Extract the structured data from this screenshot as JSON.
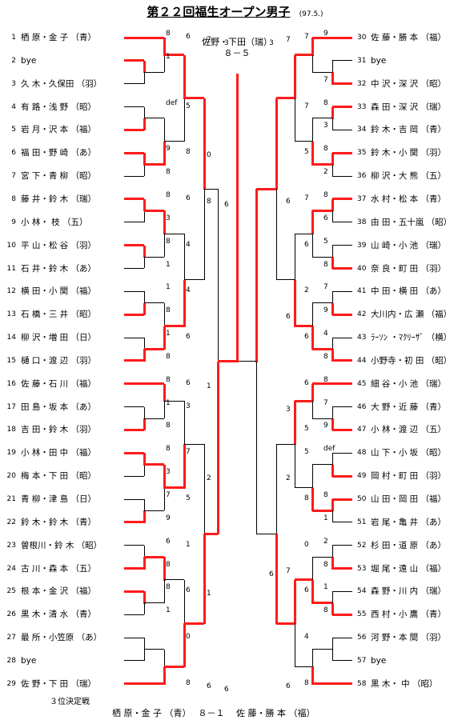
{
  "title": "第２２回福生オープン男子",
  "date": "(97.5.)",
  "final": {
    "pair": "佐野・下田（瑞）",
    "score": "８－５"
  },
  "left_players": [
    {
      "num": "1",
      "name": "栖 原・金 子 （青）"
    },
    {
      "num": "2",
      "name": "bye"
    },
    {
      "num": "3",
      "name": "久 木・久保田 （羽）"
    },
    {
      "num": "4",
      "name": "有 路・浅 野 （昭）"
    },
    {
      "num": "5",
      "name": "岩 月・沢 本 （福）"
    },
    {
      "num": "6",
      "name": "福 田・野 崎 （あ）"
    },
    {
      "num": "7",
      "name": "宮 下・青 柳 （昭）"
    },
    {
      "num": "8",
      "name": "藤 井・鈴 木 （瑞）"
    },
    {
      "num": "9",
      "name": "小 林・ 枝 （五）"
    },
    {
      "num": "10",
      "name": "平 山・松 谷 （羽）"
    },
    {
      "num": "11",
      "name": "石 井・鈴 木 （あ）"
    },
    {
      "num": "12",
      "name": "横 田・小 関 （福）"
    },
    {
      "num": "13",
      "name": "石 橋・三 井 （昭）"
    },
    {
      "num": "14",
      "name": "柳 沢・増 田 （日）"
    },
    {
      "num": "15",
      "name": "樋 口・渡 辺 （羽）"
    },
    {
      "num": "16",
      "name": "佐 藤・石 川 （福）"
    },
    {
      "num": "17",
      "name": "田 島・坂 本 （あ）"
    },
    {
      "num": "18",
      "name": "吉 田・鈴 木 （羽）"
    },
    {
      "num": "19",
      "name": "小 林・田 中 （福）"
    },
    {
      "num": "20",
      "name": "梅 本・下 田 （昭）"
    },
    {
      "num": "21",
      "name": "青 柳・津 島 （日）"
    },
    {
      "num": "22",
      "name": "鈴 木・鈴 木 （青）"
    },
    {
      "num": "23",
      "name": "曽根川・鈴 木 （昭）"
    },
    {
      "num": "24",
      "name": "古 川・森 本 （五）"
    },
    {
      "num": "25",
      "name": "根 本・金 沢 （福）"
    },
    {
      "num": "26",
      "name": "黒 木・清 水 （青）"
    },
    {
      "num": "27",
      "name": "最 所・小笠原 （あ）"
    },
    {
      "num": "28",
      "name": "bye"
    },
    {
      "num": "29",
      "name": "佐 野・下 田 （瑞）"
    }
  ],
  "right_players": [
    {
      "num": "30",
      "name": "佐 藤・勝 本 （福）"
    },
    {
      "num": "31",
      "name": "bye"
    },
    {
      "num": "32",
      "name": "中 沢・深 沢 （昭）"
    },
    {
      "num": "33",
      "name": "森 田・深 沢 （瑞）"
    },
    {
      "num": "34",
      "name": "鈴 木・吉 岡 （青）"
    },
    {
      "num": "35",
      "name": "鈴 木・小 関 （羽）"
    },
    {
      "num": "36",
      "name": "柳 沢・大 熊 （五）"
    },
    {
      "num": "37",
      "name": "水 村・松 本 （青）"
    },
    {
      "num": "38",
      "name": "由 田・五十嵐 （昭）"
    },
    {
      "num": "39",
      "name": "山 崎・小 池 （瑞）"
    },
    {
      "num": "40",
      "name": "奈 良・町 田 （羽）"
    },
    {
      "num": "41",
      "name": "中 田・横 田 （あ）"
    },
    {
      "num": "42",
      "name": "大川内・広 瀬 （福）"
    },
    {
      "num": "43",
      "name": "ﾗｰｿﾝ ・ﾏｸﾘｰｻﾞ （横）"
    },
    {
      "num": "44",
      "name": "小野寺・初 田 （昭）"
    },
    {
      "num": "45",
      "name": "細 谷・小 池 （瑞）"
    },
    {
      "num": "46",
      "name": "大 野・近 藤 （青）"
    },
    {
      "num": "47",
      "name": "小 林・渡 辺 （五）"
    },
    {
      "num": "48",
      "name": "山 下・小 坂 （昭）"
    },
    {
      "num": "49",
      "name": "岡 村・町 田 （羽）"
    },
    {
      "num": "50",
      "name": "山 田・岡 田 （福）"
    },
    {
      "num": "51",
      "name": "岩 尾・亀 井 （あ）"
    },
    {
      "num": "52",
      "name": "杉 田・道 原 （あ）"
    },
    {
      "num": "53",
      "name": "堀 尾・遠 山 （福）"
    },
    {
      "num": "54",
      "name": "森 野・川 内 （瑞）"
    },
    {
      "num": "55",
      "name": "西 村・小 鷹 （青）"
    },
    {
      "num": "56",
      "name": "河 野・本 間 （羽）"
    },
    {
      "num": "57",
      "name": "bye"
    },
    {
      "num": "58",
      "name": "黒 木・ 中 （昭）"
    }
  ],
  "third_place": {
    "label": "３位決定戦",
    "result": "栖 原・金 子 （青）　 ８－１　 佐 藤・勝 本 （福）"
  },
  "scores": {
    "L": [
      {
        "p": 1,
        "r1": "8",
        "r2": "6",
        "r3": "7",
        "r4": "3"
      },
      {
        "p": 2,
        "r1": "1"
      },
      {
        "p": 4,
        "r1": "def",
        "r2": "5"
      },
      {
        "p": 5,
        "r1": ""
      },
      {
        "p": 6,
        "r1": "9",
        "r2": "8",
        "r3": "0"
      },
      {
        "p": 7,
        "r1": "8"
      },
      {
        "p": 8,
        "r1": "8",
        "r2": "6",
        "r3": "8",
        "r4": "6"
      },
      {
        "p": 9,
        "r1": "3"
      },
      {
        "p": 10,
        "r1": "8",
        "r2": "4"
      },
      {
        "p": 11,
        "r1": "1"
      },
      {
        "p": 12,
        "r1": "1",
        "r2": "4"
      },
      {
        "p": 13,
        "r1": "8"
      },
      {
        "p": 14,
        "r1": "1",
        "r2": "6"
      },
      {
        "p": 15,
        "r1": "8"
      },
      {
        "p": 16,
        "r1": "8",
        "r2": "6",
        "r3": "1"
      },
      {
        "p": 17,
        "r1": "1",
        "r2": "3"
      },
      {
        "p": 18,
        "r1": "8"
      },
      {
        "p": 19,
        "r1": "8",
        "r2": "7"
      },
      {
        "p": 20,
        "r1": "3",
        "r3": "2"
      },
      {
        "p": 21,
        "r1": "7",
        "r2": "5"
      },
      {
        "p": 22,
        "r1": "9"
      },
      {
        "p": 23,
        "r1": "6",
        "r2": "1"
      },
      {
        "p": 24,
        "r1": "8"
      },
      {
        "p": 25,
        "r1": "8",
        "r2": "6",
        "r3": "1"
      },
      {
        "p": 26,
        "r1": "1"
      },
      {
        "p": 27,
        "r2": "0"
      },
      {
        "p": 29,
        "r2": "8",
        "r3": "6",
        "r4": "6"
      }
    ],
    "R": [
      {
        "p": 30,
        "r1": "9",
        "r2": "7",
        "r3": "7",
        "r4": "3"
      },
      {
        "p": 32,
        "r1": "7"
      },
      {
        "p": 33,
        "r1": "8",
        "r2": "7"
      },
      {
        "p": 34,
        "r1": "3"
      },
      {
        "p": 35,
        "r1": "8",
        "r2": "5"
      },
      {
        "p": 36,
        "r1": "2"
      },
      {
        "p": 37,
        "r1": "8",
        "r2": "7",
        "r3": "6"
      },
      {
        "p": 38,
        "r1": "6"
      },
      {
        "p": 39,
        "r1": "5",
        "r2": "6"
      },
      {
        "p": 40,
        "r1": "8"
      },
      {
        "p": 41,
        "r1": "7",
        "r2": "2"
      },
      {
        "p": 42,
        "r1": "9",
        "r3": "6"
      },
      {
        "p": 43,
        "r1": "4",
        "r2": "6"
      },
      {
        "p": 44,
        "r1": "8"
      },
      {
        "p": 45,
        "r1": "8",
        "r2": "6"
      },
      {
        "p": 46,
        "r1": "7",
        "r3": "3"
      },
      {
        "p": 47,
        "r1": "9",
        "r2": "5"
      },
      {
        "p": 48,
        "r1": "def",
        "r2": "5"
      },
      {
        "p": 49,
        "r1": "",
        "r3": "2"
      },
      {
        "p": 50,
        "r1": "8",
        "r2": "8"
      },
      {
        "p": 51,
        "r1": "1"
      },
      {
        "p": 52,
        "r1": "2",
        "r2": "0"
      },
      {
        "p": 53,
        "r1": "8",
        "r3": "7",
        "r4": "6"
      },
      {
        "p": 54,
        "r1": "1",
        "r2": "6"
      },
      {
        "p": 55,
        "r1": "8"
      },
      {
        "p": 56,
        "r2": "4"
      },
      {
        "p": 58,
        "r2": "8",
        "r3": "6"
      }
    ]
  },
  "colors": {
    "winner": "#ff1a1a",
    "loser": "#000000"
  }
}
